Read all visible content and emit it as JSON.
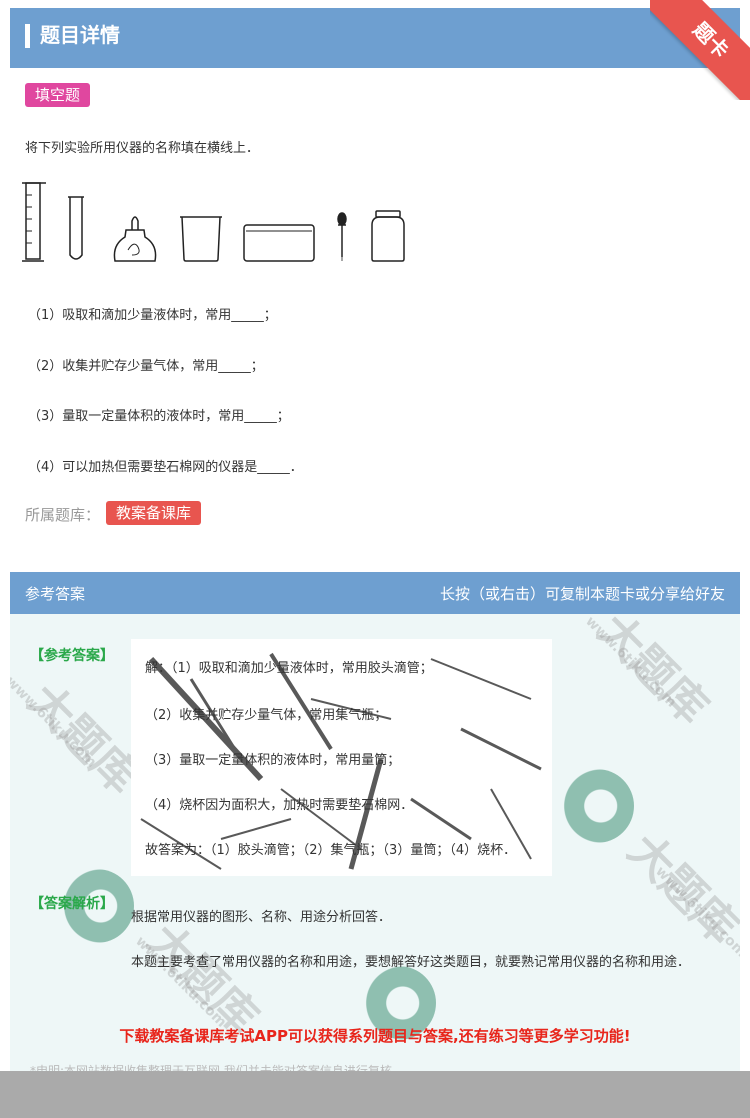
{
  "header": {
    "title": "题目详情",
    "ribbon": "题卡"
  },
  "question": {
    "type_tag": "填空题",
    "stem": "将下列实验所用仪器的名称填在横线上．",
    "apparatus_icons": [
      "measuring-cylinder-icon",
      "test-tube-icon",
      "alcohol-lamp-icon",
      "beaker-icon",
      "trough-icon",
      "dropper-icon",
      "gas-jar-icon"
    ],
    "items": [
      "（1）吸取和滴加少量液体时，常用_____；",
      "（2）收集并贮存少量气体，常用_____；",
      "（3）量取一定量体积的液体时，常用_____；",
      "（4）可以加热但需要垫石棉网的仪器是_____．"
    ]
  },
  "library": {
    "label": "所属题库：",
    "tag": "教案备课库"
  },
  "answer": {
    "header_left": "参考答案",
    "header_right": "长按（或右击）可复制本题卡或分享给好友",
    "ref_label": "【参考答案】",
    "ref_lines": [
      "解：（1）吸取和滴加少量液体时，常用胶头滴管；",
      "（2）收集并贮存少量气体，常用集气瓶；",
      "（3）量取一定量体积的液体时，常用量筒；",
      "（4）烧杯因为面积大，加热时需要垫石棉网．",
      "故答案为：（1）胶头滴管；（2）集气瓶；（3）量筒；（4）烧杯．"
    ],
    "analysis_label": "【答案解析】",
    "analysis_lines": [
      "根据常用仪器的图形、名称、用途分析回答．",
      "本题主要考查了常用仪器的名称和用途，要想解答好这类题目，就要熟记常用仪器的名称和用途．"
    ],
    "promo": "下载教案备课库考试APP可以获得系列题目与答案,还有练习等更多学习功能!",
    "disclaimer": "*申明:本网站数据收集整理于互联网,我们并未能对答案信息进行复核"
  },
  "watermark": {
    "text": "大题库",
    "url": "www.6tiku.com"
  },
  "colors": {
    "header": "#6e9fd0",
    "ribbon": "#e8554f",
    "type_tag": "#e0479f",
    "library_tag": "#e8554f",
    "label_green": "#2aa84a",
    "promo_red": "#e8251b"
  }
}
